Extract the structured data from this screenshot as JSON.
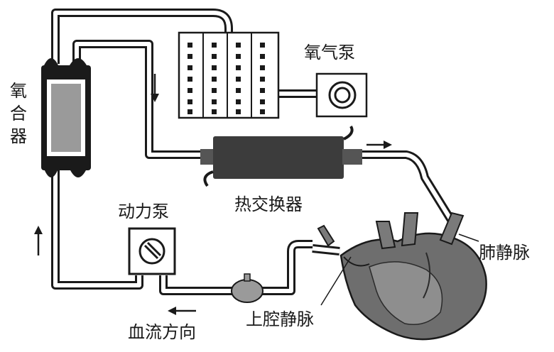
{
  "labels": {
    "oxygenator": "氧合器",
    "oxygen_pump": "氧气泵",
    "heat_exchanger": "热交换器",
    "power_pump": "动力泵",
    "pulmonary_vein": "肺静脉",
    "superior_vena_cava": "上腔静脉",
    "blood_flow_direction": "血流方向"
  },
  "icons": {
    "oxygenator": "oxygenator-icon",
    "oxygen_cylinder_rack": "oxygen-rack-icon",
    "oxygen_pump": "oxygen-pump-icon",
    "heat_exchanger": "heat-exchanger-icon",
    "power_pump": "power-pump-icon",
    "heart": "heart-icon"
  }
}
